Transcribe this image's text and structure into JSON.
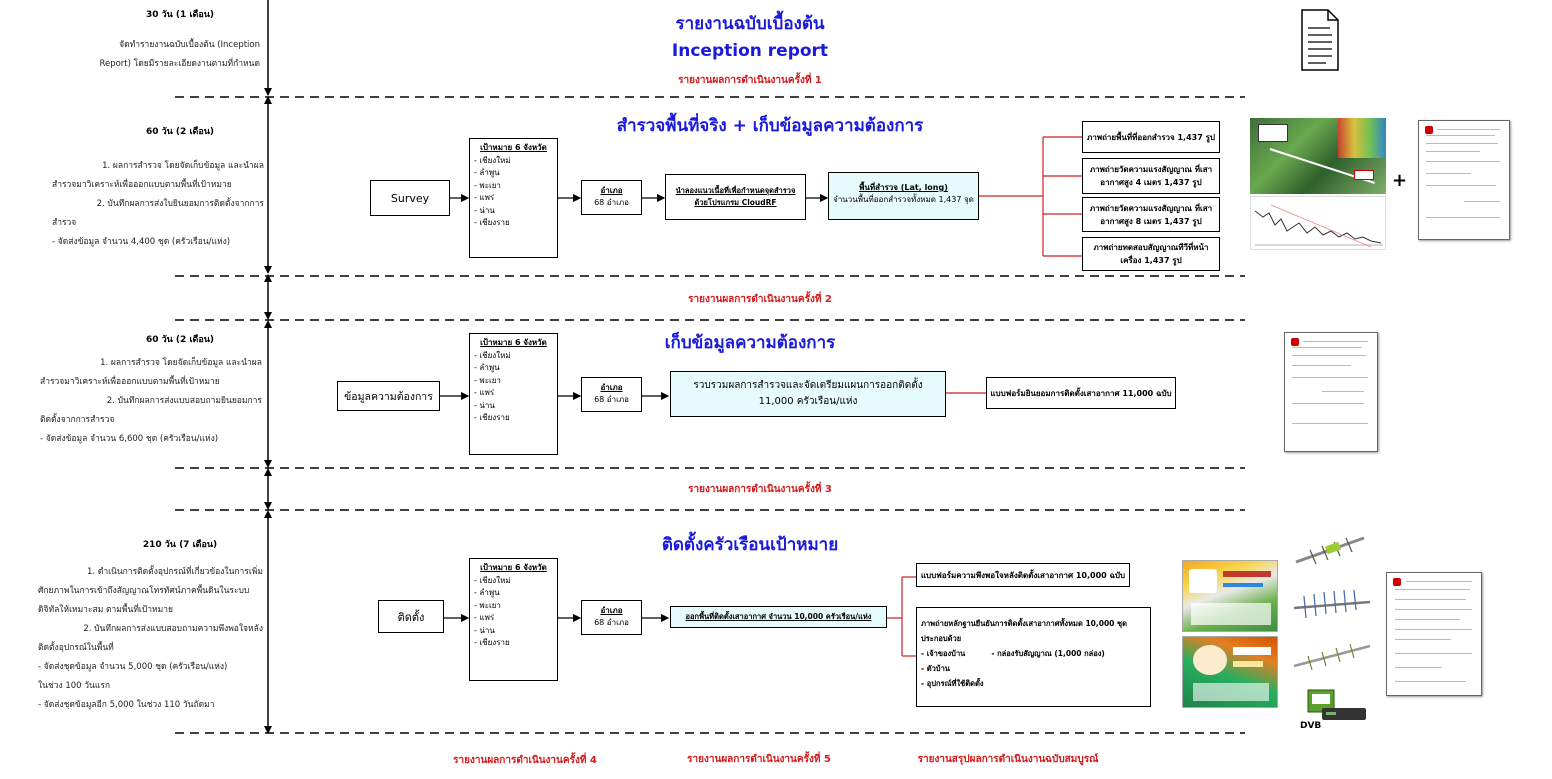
{
  "sections": [
    {
      "duration": "30 วัน (1 เดือน)",
      "desc": [
        "จัดทำรายงานฉบับเบื้องต้น (Inception",
        "Report) โดยมีรายละเอียดงานตามที่กำหนด"
      ],
      "title_th": "รายงานฉบับเบื้องต้น",
      "title_en": "Inception report",
      "report": "รายงานผลการดำเนินงานครั้งที่ 1"
    },
    {
      "duration": "60 วัน (2 เดือน)",
      "desc": [
        "1. ผลการสำรวจ โดยจัดเก็บข้อมูล และนำผล",
        "สำรวจมาวิเคราะห์เพื่อออกแบบตามพื้นที่เป้าหมาย",
        "2. บันทึกผลการส่งใบยินยอมการติดตั้งจากการ",
        "สำรวจ",
        "- จัดส่งข้อมูล จำนวน 4,400 ชุด (ครัวเรือน/แห่ง)"
      ],
      "title": "สำรวจพื้นที่จริง + เก็บข้อมูลความต้องการ",
      "start": "Survey",
      "provinces_head": "เป้าหมาย 6 จังหวัด",
      "provinces": [
        "- เชียงใหม่",
        "- ลำพูน",
        "- พะเยา",
        "- แพร่",
        "- น่าน",
        "- เชียงราย"
      ],
      "district_head": "อำเภอ",
      "district_count": "68 อำเภอ",
      "step3": "นำลองแนวเนื้อที่เพื่อกำหนดจุดสำรวจ ด้วยโปรแกรม CloudRF",
      "step4_head": "พื้นที่สำรวจ (Lat, long)",
      "step4_body": "จำนวนพื้นที่ออกสำรวจทั้งหมด 1,437 จุด",
      "outputs": [
        "ภาพถ่ายพื้นที่ที่ออกสำรวจ 1,437 รูป",
        "ภาพถ่ายวัดความแรงสัญญาณ ที่เสาอากาศสูง 4 เมตร 1,437 รูป",
        "ภาพถ่ายวัดความแรงสัญญาณ ที่เสาอากาศสูง 8 เมตร 1,437 รูป",
        "ภาพถ่ายทดสอบสัญญาณทีวีที่หน้าเครื่อง 1,437 รูป"
      ],
      "plus": "+",
      "report": "รายงานผลการดำเนินงานครั้งที่ 2"
    },
    {
      "duration": "60 วัน (2 เดือน)",
      "desc": [
        "1. ผลการสำรวจ โดยจัดเก็บข้อมูล และนำผล",
        "สำรวจมาวิเคราะห์เพื่อออกแบบตามพื้นที่เป้าหมาย",
        "2. บันทึกผลการส่งแบบสอบถามยินยอมการ",
        "ติดตั้งจากการสำรวจ",
        "- จัดส่งข้อมูล จำนวน 6,600 ชุด (ครัวเรือน/แห่ง)"
      ],
      "title": "เก็บข้อมูลความต้องการ",
      "start": "ข้อมูลความต้องการ",
      "provinces_head": "เป้าหมาย 6 จังหวัด",
      "provinces": [
        "- เชียงใหม่",
        "- ลำพูน",
        "- พะเยา",
        "- แพร่",
        "- น่าน",
        "- เชียงราย"
      ],
      "district_head": "อำเภอ",
      "district_count": "68 อำเภอ",
      "step3_line1": "รวบรวมผลการสำรวจและจัดเตรียมแผนการออกติดตั้ง",
      "step3_line2": "11,000 ครัวเรือน/แห่ง",
      "output": "แบบฟอร์มยินยอมการติดตั้งเสาอากาศ 11,000 ฉบับ",
      "report": "รายงานผลการดำเนินงานครั้งที่ 3"
    },
    {
      "duration": "210 วัน (7 เดือน)",
      "desc": [
        "1. ดำเนินการติดตั้งอุปกรณ์ที่เกี่ยวข้องในการเพิ่ม",
        "ศักยภาพในการเข้าถึงสัญญาณโทรทัศน์ภาคพื้นดินในระบบ",
        "ดิจิทัลให้เหมาะสม ตามพื้นที่เป้าหมาย",
        "2. บันทึกผลการส่งแบบสอบถามความพึงพอใจหลัง",
        "ติดตั้งอุปกรณ์ในพื้นที่",
        "- จัดส่งชุดข้อมูล จำนวน 5,000 ชุด (ครัวเรือน/แห่ง)",
        "ในช่วง 100 วันแรก",
        "- จัดส่งชุดข้อมูลอีก 5,000 ในช่วง 110 วันถัดมา"
      ],
      "title": "ติดตั้งครัวเรือนเป้าหมาย",
      "start": "ติดตั้ง",
      "provinces_head": "เป้าหมาย 6 จังหวัด",
      "provinces": [
        "- เชียงใหม่",
        "- ลำพูน",
        "- พะเยา",
        "- แพร่",
        "- น่าน",
        "- เชียงราย"
      ],
      "district_head": "อำเภอ",
      "district_count": "68 อำเภอ",
      "step3": "ออกพื้นที่ติดตั้งเสาอากาศ จำนวน 10,000 ครัวเรือน/แห่ง",
      "output1": "แบบฟอร์มความพึงพอใจหลังติดตั้งเสาอากาศ 10,000 ฉบับ",
      "output2_lines": [
        "ภาพถ่ายหลักฐานยืนยันการติดตั้งเสาอากาศทั้งหมด 10,000 ชุด",
        "ประกอบด้วย",
        "- เจ้าของบ้าน          - กล่องรับสัญญาณ (1,000 กล่อง)",
        "- ตัวบ้าน",
        "- อุปกรณ์ที่ใช้ติดตั้ง"
      ],
      "report4": "รายงานผลการดำเนินงานครั้งที่ 4",
      "report5": "รายงานผลการดำเนินงานครั้งที่ 5",
      "report_final": "รายงานสรุปผลการดำเนินงานฉบับสมบูรณ์"
    }
  ],
  "colors": {
    "title_blue": "#1a1adb",
    "report_red": "#d41a1a",
    "cyan_fill": "#e6fbfb",
    "connector_red": "#cc2222"
  },
  "icons": [
    "document-icon",
    "coverage-map-thumbnail",
    "signal-graph-thumbnail",
    "consent-form-thumbnail",
    "install-brochure-thumbnail",
    "antenna-thumbnail",
    "set-top-box-thumbnail"
  ]
}
